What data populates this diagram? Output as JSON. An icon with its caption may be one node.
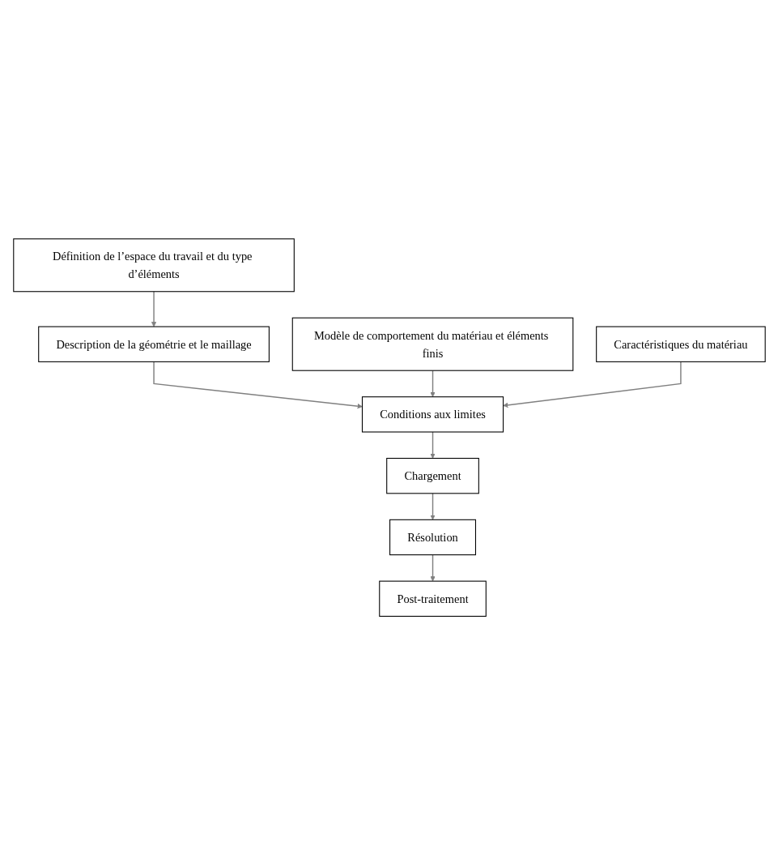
{
  "diagram": {
    "nodes": [
      {
        "text": [
          "Définition de l’espace du travail et du type d’éléments"
        ]
      },
      {
        "text": [
          "Description de la géométrie et le maillage"
        ]
      },
      {
        "text": [
          "Modèle de comportement du matériau et éléments finis"
        ]
      },
      {
        "text": [
          "Caractéristiques du matériau"
        ]
      },
      {
        "text": [
          "Conditions aux limites"
        ]
      },
      {
        "text": [
          "Chargement"
        ]
      },
      {
        "text": [
          "Résolution"
        ]
      },
      {
        "text": [
          "Post-traitement"
        ]
      }
    ],
    "edges": [
      {
        "from": 0,
        "to": 1,
        "arrow": "to"
      },
      {
        "from": 1,
        "to": 4,
        "arrow": "to"
      },
      {
        "from": 2,
        "to": 4,
        "arrow": "to"
      },
      {
        "from": 3,
        "to": 4,
        "arrow": "to"
      },
      {
        "from": 4,
        "to": 5,
        "arrow": "to"
      },
      {
        "from": 5,
        "to": 6,
        "arrow": "to"
      },
      {
        "from": 6,
        "to": 7,
        "arrow": "to"
      }
    ]
  }
}
